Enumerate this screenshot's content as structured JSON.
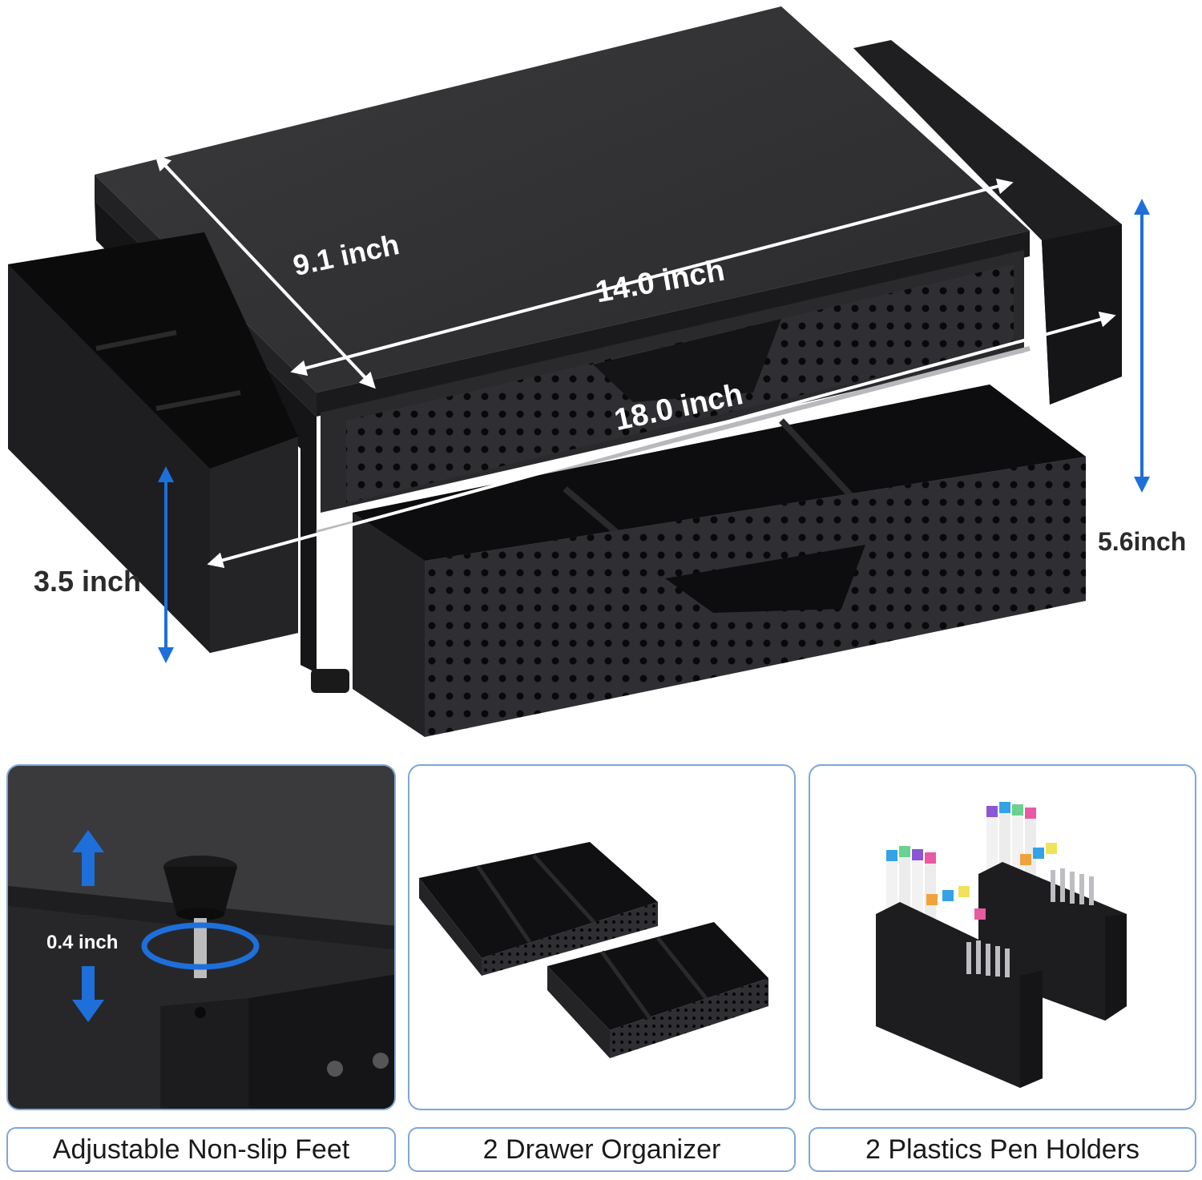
{
  "dimensions": {
    "depth": "9.1 inch",
    "top_width": "14.0 inch",
    "total_width": "18.0 inch",
    "holder_height": "3.5 inch",
    "total_height": "5.6inch"
  },
  "panels": [
    {
      "caption": "Adjustable Non-slip Feet",
      "detail_label": "0.4 inch"
    },
    {
      "caption": "2 Drawer Organizer"
    },
    {
      "caption": "2 Plastics Pen Holders"
    }
  ],
  "colors": {
    "accent_blue": "#1e6fd9",
    "frame_border": "#7ea7d6",
    "product_black": "#1c1c1e"
  }
}
